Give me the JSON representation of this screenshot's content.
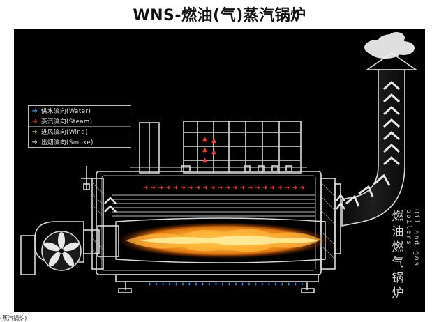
{
  "title": "WNS-燃油(气)蒸汽锅炉",
  "legend": [
    {
      "label": "供水流向(Water)",
      "color": "#3aa6ff",
      "arrow": "➜"
    },
    {
      "label": "蒸汽流向(Steam)",
      "color": "#ff3a1a",
      "arrow": "➜"
    },
    {
      "label": "进风流向(Wind)",
      "color": "#6fc23a",
      "arrow": "➜"
    },
    {
      "label": "出烟流向(Smoke)",
      "color": "#bfbfbf",
      "arrow": "➜"
    }
  ],
  "side_label_cn": "燃油燃气锅炉",
  "side_label_en": "Oil and gas boilers",
  "caption": "(蒸汽锅炉)",
  "colors": {
    "panel_bg": "#000000",
    "line": "#d9d9d9",
    "steam_arrow": "#ff3a1a",
    "water_arrow": "#3aa6ff",
    "smoke_arrow": "#e0e0e0",
    "flame_core": "#ffe07a",
    "flame_outer": "#e07a10"
  }
}
